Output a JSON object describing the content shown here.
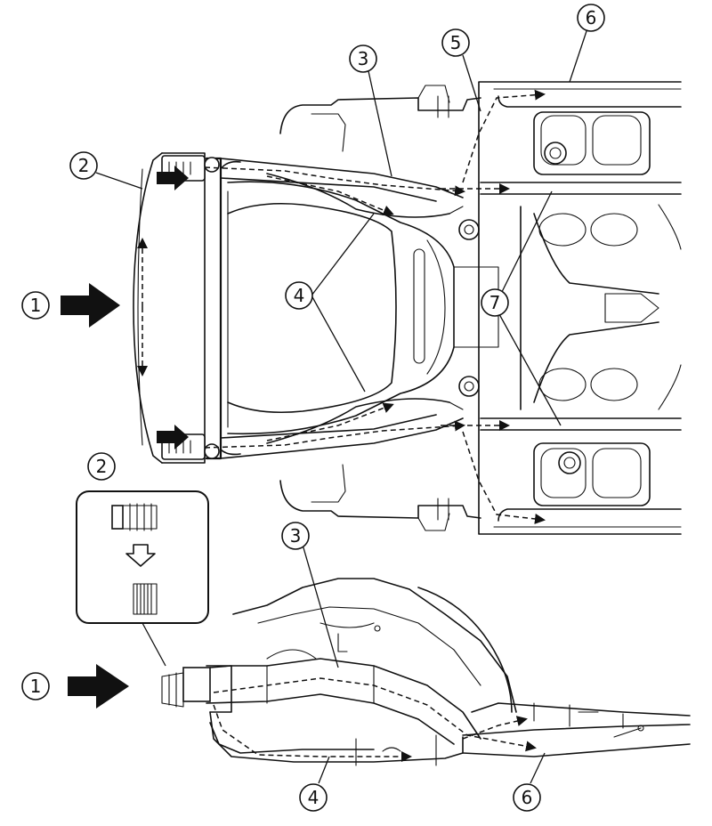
{
  "callouts": [
    {
      "id": "1",
      "label": "1"
    },
    {
      "id": "2",
      "label": "2"
    },
    {
      "id": "3",
      "label": "3"
    },
    {
      "id": "4",
      "label": "4"
    },
    {
      "id": "5",
      "label": "5"
    },
    {
      "id": "6",
      "label": "6"
    },
    {
      "id": "7",
      "label": "7"
    }
  ],
  "inset": {
    "label": "2",
    "description_icon": "crush-box-deformation-icon"
  },
  "colors": {
    "line": "#111111",
    "background": "#ffffff"
  }
}
